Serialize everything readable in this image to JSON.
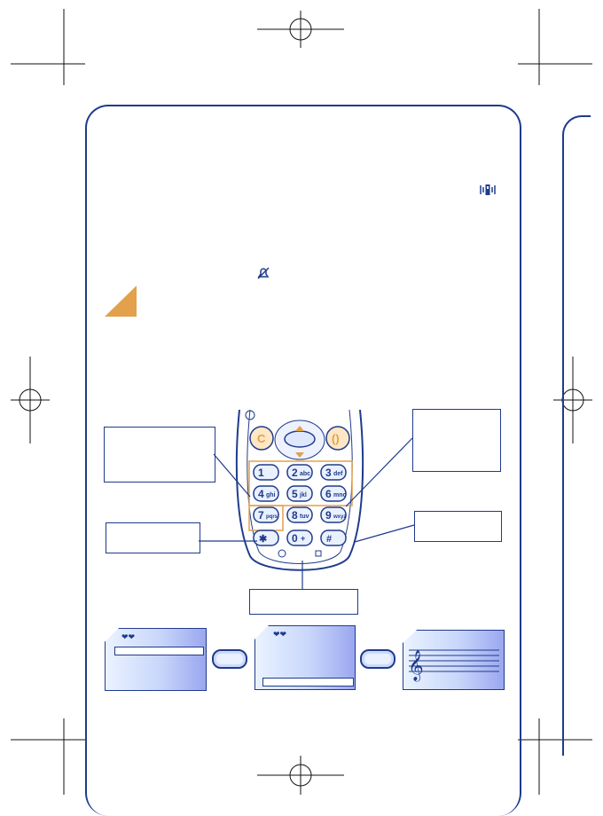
{
  "icons": {
    "vibrate": "vibrate-icon",
    "silent": "silent-bell-icon",
    "warning": "warning-triangle-icon",
    "note": "treble-clef-icon",
    "hearts": "hearts-icon"
  },
  "phone_keys": [
    {
      "digit": "1",
      "letters": ""
    },
    {
      "digit": "2",
      "letters": "abc"
    },
    {
      "digit": "3",
      "letters": "def"
    },
    {
      "digit": "4",
      "letters": "ghi"
    },
    {
      "digit": "5",
      "letters": "jkl"
    },
    {
      "digit": "6",
      "letters": "mno"
    },
    {
      "digit": "7",
      "letters": "pqrs"
    },
    {
      "digit": "8",
      "letters": "tuv"
    },
    {
      "digit": "9",
      "letters": "wxyz"
    },
    {
      "digit": "✱",
      "letters": ""
    },
    {
      "digit": "0",
      "letters": "+"
    },
    {
      "digit": "#",
      "letters": ""
    }
  ],
  "soft_keys": {
    "clear": "C",
    "call": "()"
  },
  "colors": {
    "brand_blue": "#1f3b8c",
    "accent_orange": "#e2a14a",
    "screen_light": "#eaf3ff",
    "screen_dark": "#9aa7ef"
  }
}
